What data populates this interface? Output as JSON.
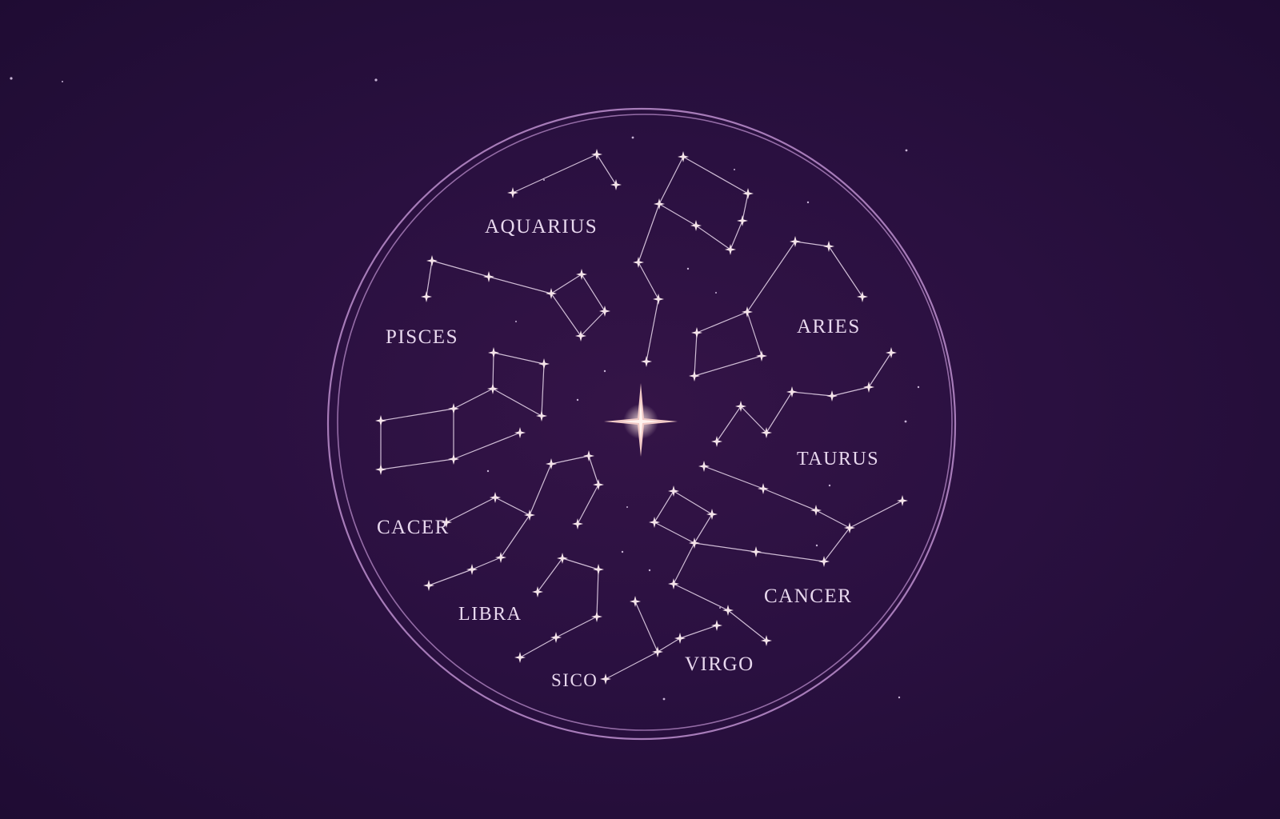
{
  "colors": {
    "background": "#2a1040",
    "ring": "#a77cb9",
    "lines": "#d9c7de",
    "stars": "#f5e4ea",
    "center_star": "#f1c9c6",
    "text": "#e8d8ee"
  },
  "center_star": {
    "icon": "four-point-star-icon"
  },
  "labels": {
    "aquarius": "AQUARIUS",
    "pisces": "PISCES",
    "aries": "ARIES",
    "taurus": "TAURUS",
    "cacer": "CACER",
    "libra": "LIBRA",
    "sico": "SICO",
    "virgo": "VIRGO",
    "cancer": "CANCER"
  }
}
